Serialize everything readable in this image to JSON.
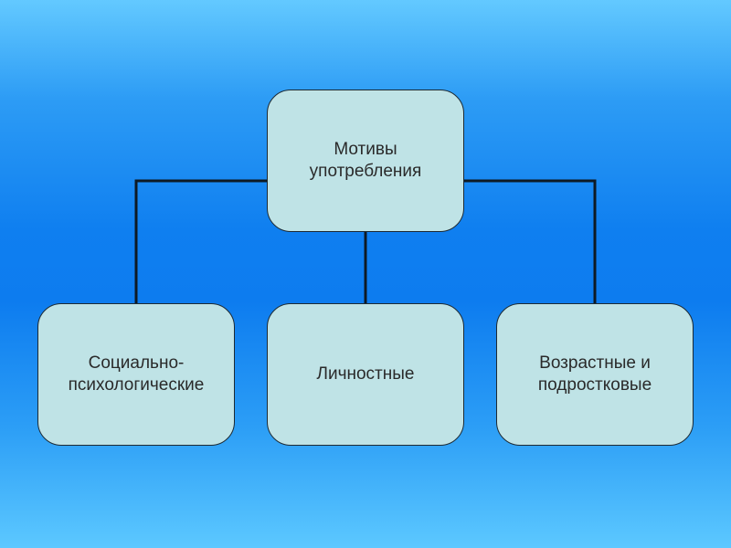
{
  "diagram": {
    "root": {
      "label": "Мотивы\nупотребления"
    },
    "children": [
      {
        "label": "Социально-\nпсихологические"
      },
      {
        "label": "Личностные"
      },
      {
        "label": "Возрастные и\nподростковые"
      }
    ],
    "colors": {
      "box_fill": "#bfe3e6",
      "box_border": "#1d2a33",
      "connector": "#0e1a24",
      "background_top": "#63c9ff",
      "background_mid": "#0f7ff0",
      "text": "#2a2a2a"
    }
  }
}
